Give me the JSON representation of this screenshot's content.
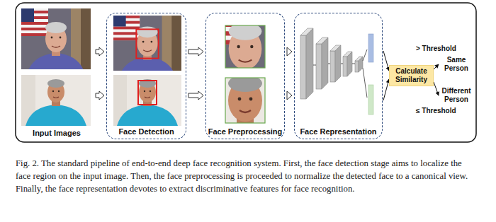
{
  "diagram": {
    "caption": "Fig. 2. The standard pipeline of end-to-end deep face recognition system. First, the face detection stage aims to localize the face region on the input image. Then, the face preprocessing is proceeded to normalize the detected face to a canonical view. Finally, the face representation devotes to extract discriminative features for face recognition.",
    "nodes": [
      {
        "text": [
          "Input Images"
        ]
      },
      {
        "text": [
          "Face Detection"
        ]
      },
      {
        "text": [
          "Face Preprocessing"
        ]
      },
      {
        "text": [
          "Face Representation"
        ]
      },
      {
        "text": [
          "Calculate Similarity"
        ]
      },
      {
        "text": [
          "Same Person"
        ]
      },
      {
        "text": [
          "Different Person"
        ]
      }
    ],
    "edges": [
      {
        "from": 0,
        "to": 1,
        "arrow": "to"
      },
      {
        "from": 0,
        "to": 1,
        "arrow": "to"
      },
      {
        "from": 1,
        "to": 2,
        "arrow": "to"
      },
      {
        "from": 1,
        "to": 2,
        "arrow": "to"
      },
      {
        "from": 2,
        "to": 3,
        "arrow": "to"
      },
      {
        "from": 2,
        "to": 3,
        "arrow": "to"
      },
      {
        "from": 3,
        "to": 4,
        "arrow": "to"
      },
      {
        "from": 3,
        "to": 4,
        "arrow": "to"
      },
      {
        "from": 4,
        "to": 5,
        "label": "> Threshold",
        "arrow": "to"
      },
      {
        "from": 4,
        "to": 6,
        "label": "≤ Threshold",
        "arrow": "to"
      }
    ]
  }
}
